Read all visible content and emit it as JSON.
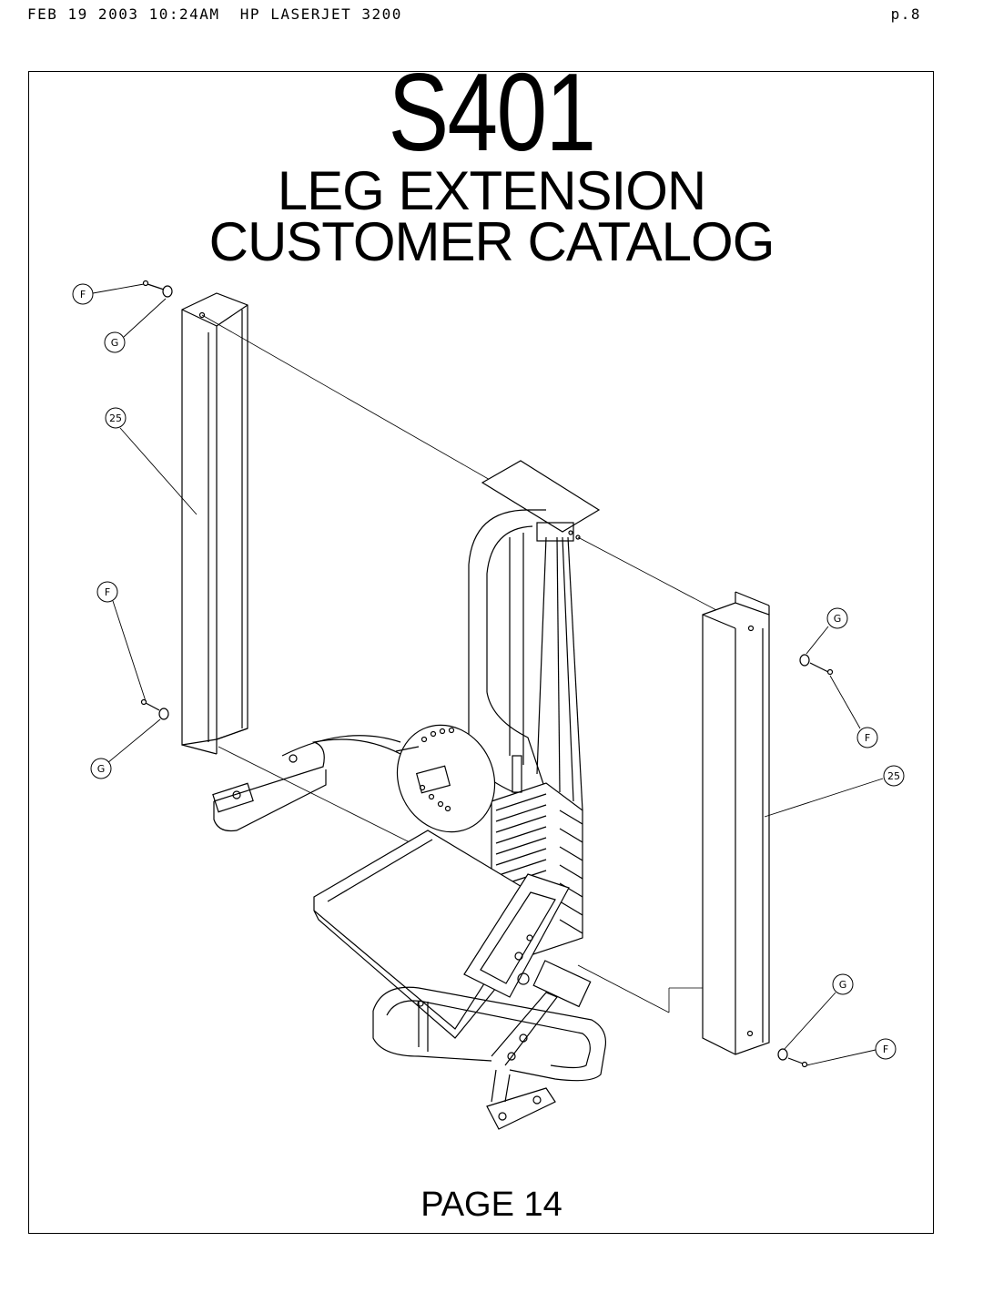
{
  "fax_header": {
    "left_text": "FEB 19 2003 10:24AM  HP LASERJET 3200",
    "page_indicator": "p.8"
  },
  "catalog": {
    "model": "S401",
    "title_line1": "LEG EXTENSION",
    "title_line2": "CUSTOMER CATALOG",
    "page_label": "PAGE 14"
  },
  "callouts": {
    "f": "F",
    "g": "G",
    "part25": "25"
  }
}
